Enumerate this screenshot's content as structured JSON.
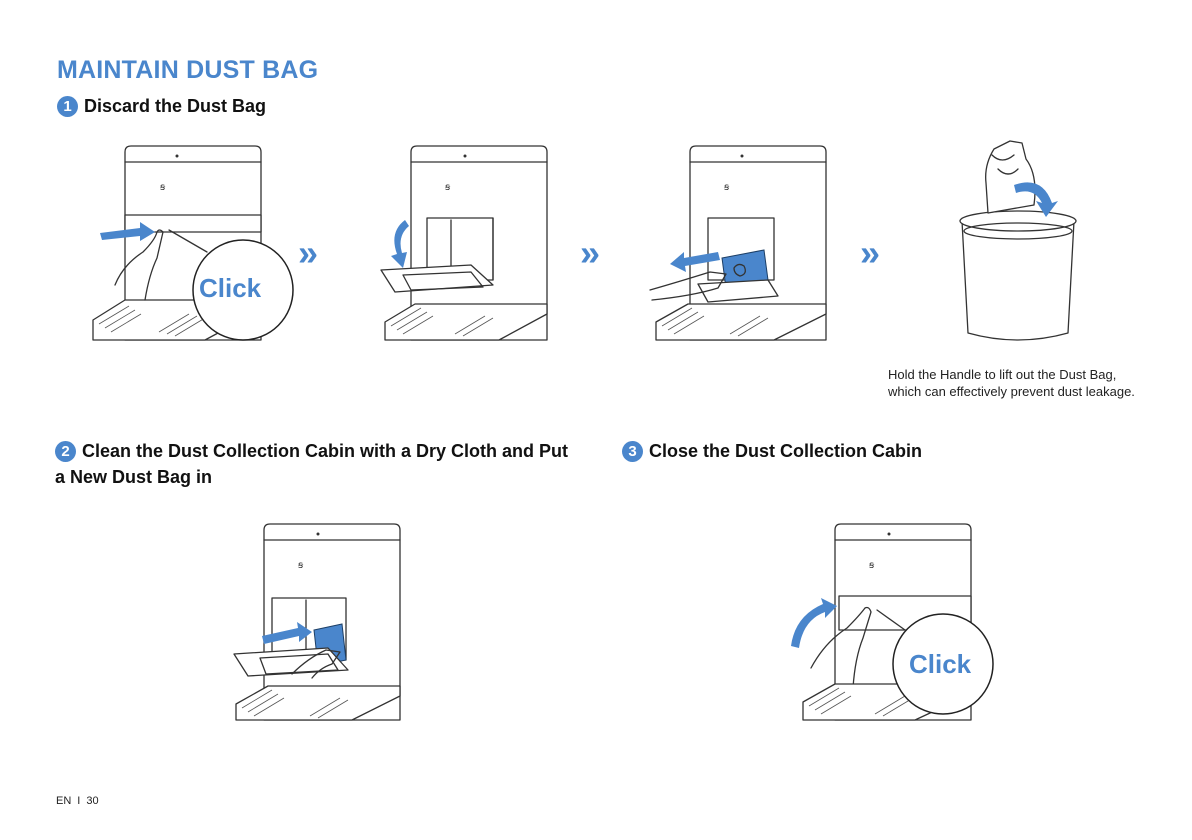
{
  "page": {
    "title": "MAINTAIN DUST BAG",
    "language": "EN",
    "separator": "I",
    "page_number": "30"
  },
  "steps": [
    {
      "number": "1",
      "heading": "Discard the Dust Bag"
    },
    {
      "number": "2",
      "heading": "Clean the Dust Collection Cabin with a Dry Cloth and Put a New Dust Bag in"
    },
    {
      "number": "3",
      "heading": "Close the Dust Collection Cabin"
    }
  ],
  "step1_note": "Hold the Handle to lift out the Dust Bag, which can effectively prevent dust leakage.",
  "callouts": {
    "click": "Click"
  },
  "arrows": {
    "next": "»"
  },
  "colors": {
    "accent": "#4a86cc",
    "text": "#111111"
  },
  "icons": {
    "step_badge": "numbered-circle-icon",
    "next": "double-chevron-right-icon",
    "action": "blue-arrow-icon"
  }
}
